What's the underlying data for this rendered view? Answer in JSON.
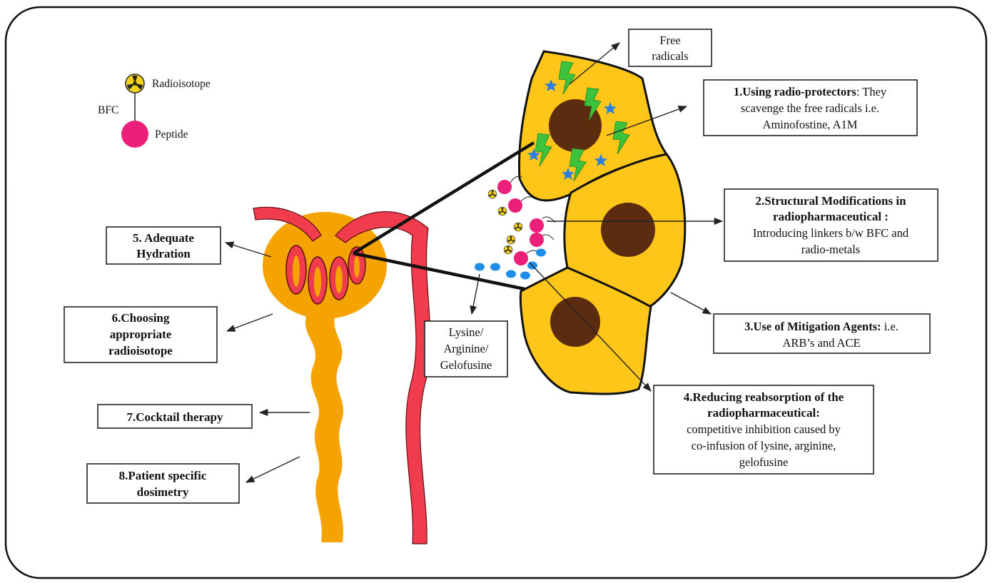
{
  "legend": {
    "radioisotope": "Radioisotope",
    "bfc": "BFC",
    "peptide": "Peptide"
  },
  "labels": {
    "free_radicals": [
      "Free",
      "radicals"
    ],
    "box1": {
      "bold": "1.Using radio-protectors",
      "rest": ": They",
      "lines": [
        "scavenge the free radicals i.e.",
        "Aminofostine, A1M"
      ]
    },
    "box2": {
      "lines_bold": [
        "2.Structural Modifications in",
        "radiopharmaceutical :"
      ],
      "lines": [
        "Introducing linkers b/w BFC and",
        "radio-metals"
      ]
    },
    "box3": {
      "bold": "3.Use of Mitigation Agents:",
      "rest": " i.e.",
      "lines": [
        "ARB’s and ACE"
      ]
    },
    "box4": {
      "lines_bold": [
        "4.Reducing reabsorption of the",
        "radiopharmaceutical:"
      ],
      "lines": [
        "competitive inhibition caused by",
        "co-infusion of lysine, arginine,",
        "gelofusine"
      ]
    },
    "box5": [
      "5. Adequate",
      "Hydration"
    ],
    "box6": [
      "6.Choosing",
      "appropriate",
      "radioisotope"
    ],
    "box7": [
      "7.Cocktail therapy"
    ],
    "box8": [
      "8.Patient specific",
      "dosimetry"
    ],
    "lysine": [
      "Lysine/",
      "Arginine/",
      "Gelofusine"
    ]
  },
  "colors": {
    "nephron": "#f5a300",
    "vessel": "#f03c4c",
    "cell": "#ffc61a",
    "nucleus": "#5b2c0f",
    "bolt": "#3cc23c",
    "star": "#2a7fe0",
    "peptide": "#ec1f7a",
    "blue_dot": "#1f8ee8",
    "radio": "#f2d21c"
  }
}
